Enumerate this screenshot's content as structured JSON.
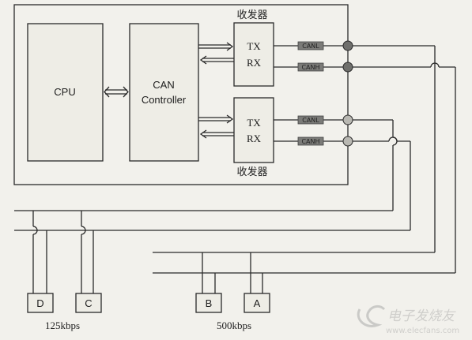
{
  "labels": {
    "cpu": "CPU",
    "can_line1": "CAN",
    "can_line2": "Controller",
    "transceiver_top": "收发器",
    "transceiver_bottom": "收发器",
    "tx_top": "TX",
    "rx_top": "RX",
    "tx_bottom": "TX",
    "rx_bottom": "RX",
    "canl_1": "CANL",
    "canh_1": "CANH",
    "canl_2": "CANL",
    "canh_2": "CANH",
    "node_d": "D",
    "node_c": "C",
    "node_b": "B",
    "node_a": "A",
    "speed_low": "125kbps",
    "speed_high": "500kbps"
  },
  "watermark": {
    "text": "电子发烧友",
    "url": "www.elecfans.com"
  },
  "colors": {
    "background": "#f2f1ec",
    "line": "#2a2a2a",
    "tag": "#7b7b78"
  }
}
